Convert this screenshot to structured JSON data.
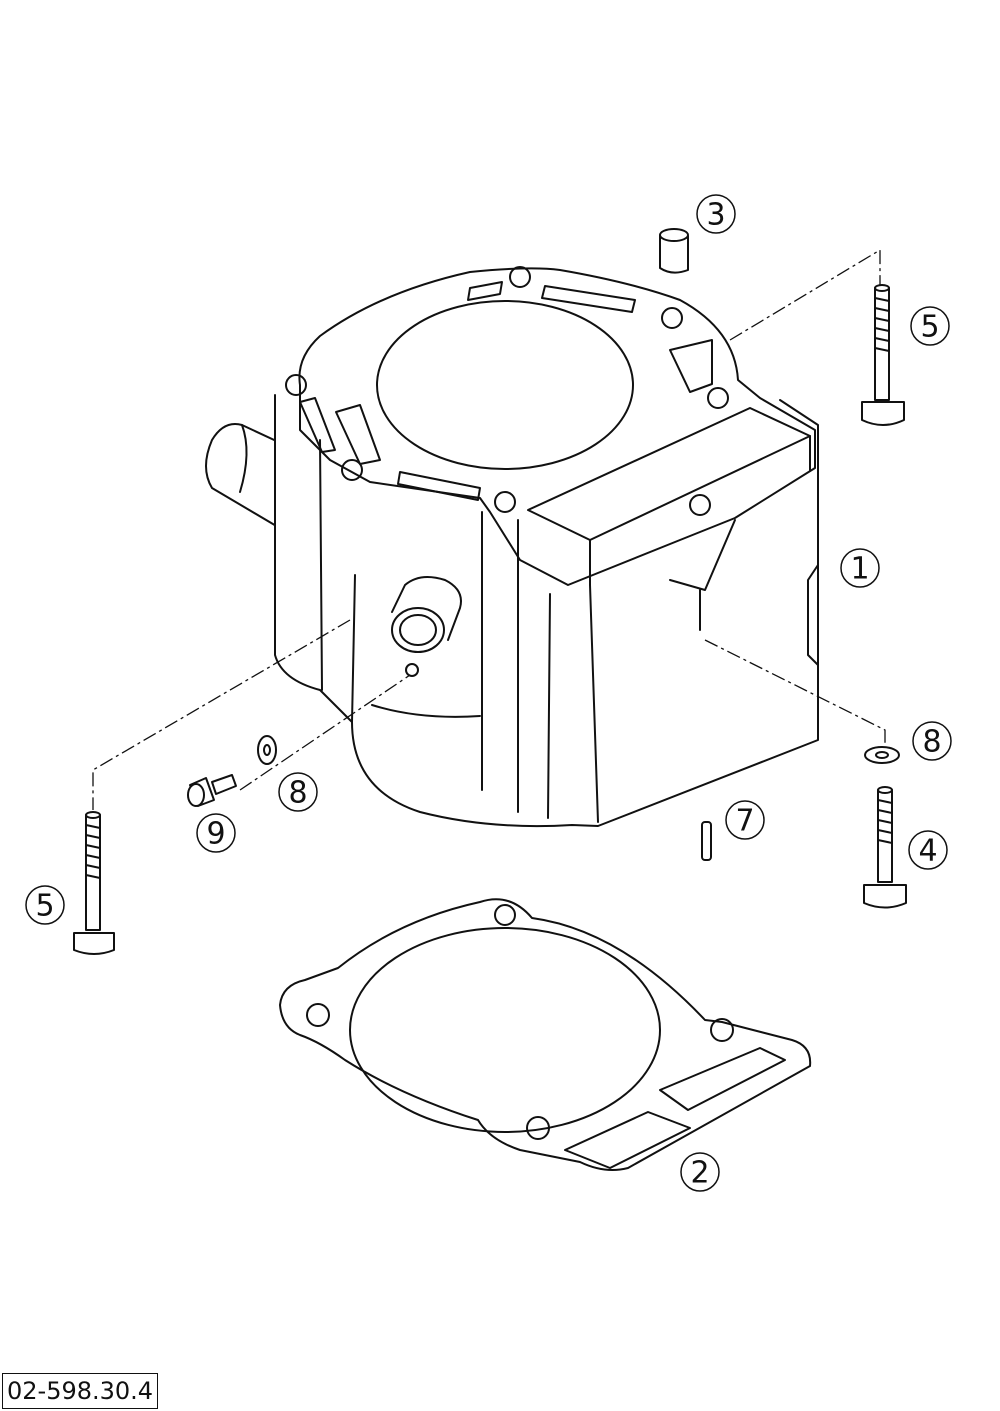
{
  "diagram": {
    "reference_code": "02-598.30.4",
    "callouts": [
      {
        "id": "c1",
        "label": "1"
      },
      {
        "id": "c2",
        "label": "2"
      },
      {
        "id": "c3",
        "label": "3"
      },
      {
        "id": "c4",
        "label": "4"
      },
      {
        "id": "c5a",
        "label": "5"
      },
      {
        "id": "c5b",
        "label": "5"
      },
      {
        "id": "c7",
        "label": "7"
      },
      {
        "id": "c8a",
        "label": "8"
      },
      {
        "id": "c8b",
        "label": "8"
      },
      {
        "id": "c9",
        "label": "9"
      }
    ],
    "colors": {
      "line": "#111111",
      "background": "#ffffff"
    }
  }
}
